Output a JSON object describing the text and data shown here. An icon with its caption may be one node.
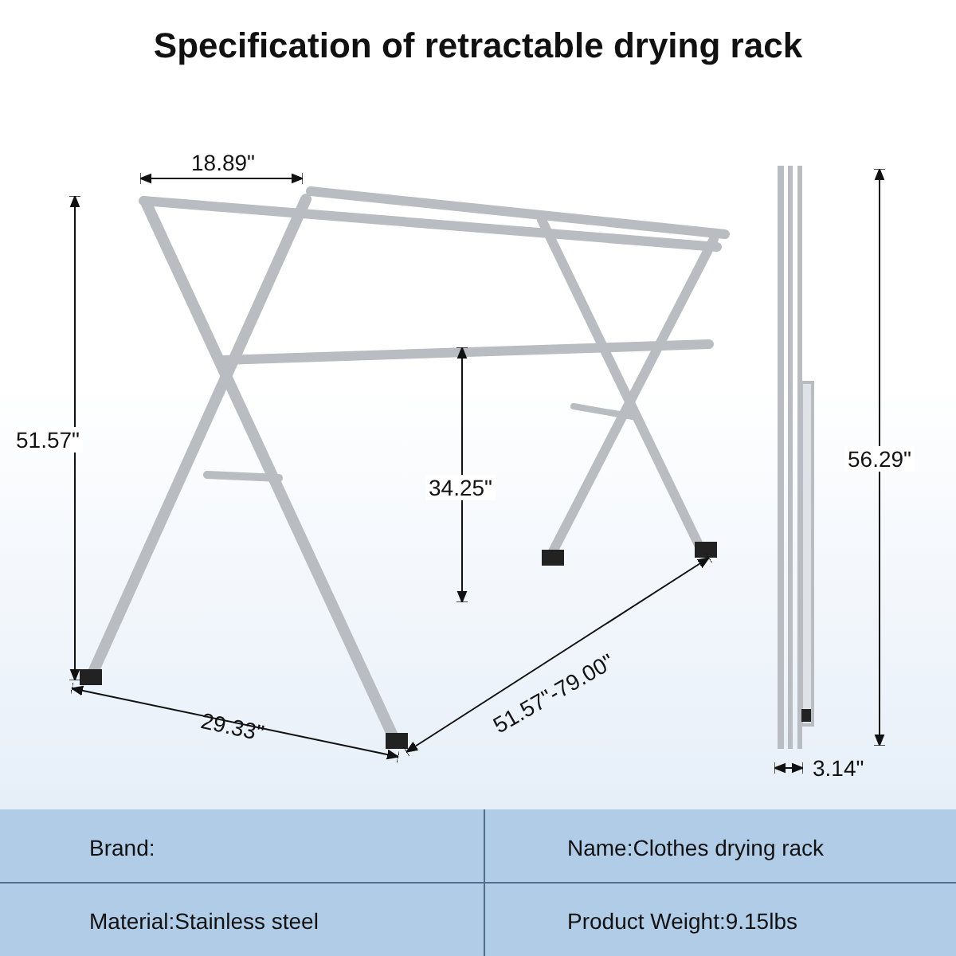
{
  "diagram": {
    "title": "Specification of retractable drying rack",
    "labels": [
      "18.89\"",
      "51.57\"",
      "56.29\"",
      "34.25\"",
      "51.57\"-79.00\"",
      "29.33\"",
      "3.14\"",
      "Brand:",
      "Name:Clothes drying rack",
      "Material:Stainless steel",
      "Product Weight:9.15lbs"
    ]
  }
}
